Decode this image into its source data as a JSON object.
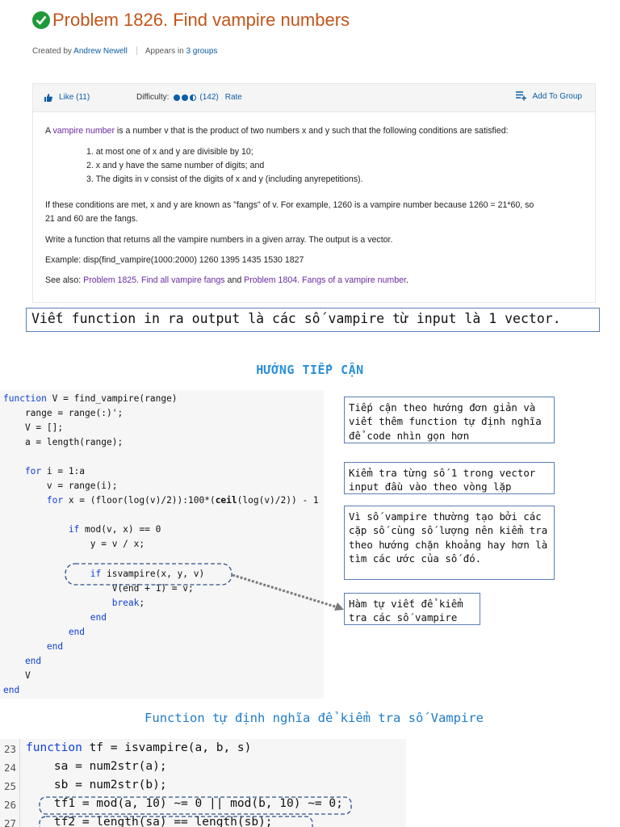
{
  "header": {
    "title": "Problem 1826. Find vampire numbers",
    "created_by_label": "Created by",
    "author": "Andrew Newell",
    "appears_in_label": "Appears in",
    "groups_link": "3 groups"
  },
  "toolbar": {
    "like_label": "Like (11)",
    "difficulty_label": "Difficulty:",
    "difficulty_count": "(142)",
    "rate_label": "Rate",
    "add_to_group_label": "Add To Group",
    "difficulty_level": 2.5,
    "difficulty_max": 3
  },
  "problem": {
    "intro_prefix": "A ",
    "intro_link": "vampire number",
    "intro_suffix": " is a number v that is the product of two numbers x and y such that the following conditions are satisfied:",
    "conditions": [
      "1. at most one of x and y are divisible by 10;",
      "2. x and y have the same number of digits; and",
      "3. The digits in v consist of the digits of x and y (including anyrepetitions)."
    ],
    "fangs_line1": "If these conditions are met, x and y are known as \"fangs\" of v. For example, 1260 is a vampire number because 1260 = 21*60, so",
    "fangs_line2": "21 and 60 are the fangs.",
    "task": "Write a function that returns all the vampire numbers in a given array. The output is a vector.",
    "example": "Example: disp(find_vampire(1000:2000) 1260 1395 1435 1530 1827",
    "see_also_label": "See also: ",
    "see_also_link1": "Problem 1825. Find all vampire fangs",
    "see_also_and": " and ",
    "see_also_link2": "Problem 1804. Fangs of a vampire number",
    "see_also_end": "."
  },
  "description_vi": "Viết function in ra output là các số vampire từ input là 1 vector.",
  "approach_title": "HƯỚNG TIẾP CẬN",
  "code1": {
    "l1_kw": "function",
    "l1": " V = find_vampire(range)",
    "l2": "    range = range(:)';",
    "l3": "    V = [];",
    "l4": "    a = length(range);",
    "l5_kw": "    for",
    "l5": " i = 1:a",
    "l6": "        v = range(i);",
    "l7_kw": "        for",
    "l7a": " x = (floor(log(v)/2)):100*(",
    "l7b": "ceil",
    "l7c": "(log(v)/2)) - 1",
    "l8_kw": "            if",
    "l8": " mod(v, x) == 0",
    "l9": "                y = v / x;",
    "l10_kw": "                if",
    "l10": " isvampire(x, y, v)",
    "l11": "                    V(end + 1) = v;",
    "l12_kw": "                    break",
    "l12": ";",
    "l13_kw": "                end",
    "l14_kw": "            end",
    "l15_kw": "        end",
    "l16_kw": "    end",
    "l17": "    V",
    "l18_kw": "end"
  },
  "notes": {
    "note1": "Tiếp cận theo hướng đơn giản và viết thêm function tự định nghĩa để code nhìn gọn hơn",
    "note2": "Kiểm tra từng số 1 trong vector input đầu vào theo vòng lặp",
    "note3": "Vì số vampire thường tạo bởi các cặp số cùng số lượng nên kiểm tra theo hướng chặn khoảng hay hơn là tìm các ước của số đó.",
    "note4": "Hàm tự viết để kiểm tra các số vampire"
  },
  "func_title": "Function tự định nghĩa để kiểm tra số Vampire",
  "code2": {
    "n1": "23",
    "n2": "24",
    "n3": "25",
    "n4": "26",
    "n5": "27",
    "l1_kw": "function",
    "l1": " tf = isvampire(a, b, s)",
    "l2": "    sa = num2str(a);",
    "l3": "    sb = num2str(b);",
    "l4": "    tf1 = mod(a, 10) ~= 0 || mod(b, 10) ~= 0;",
    "l5": "    tf2 = length(sa) == length(sb);"
  },
  "colors": {
    "title": "#c2551a",
    "link": "#0b5ea8",
    "purple_link": "#6d2aa3",
    "keyword": "#0e3fd8",
    "heading": "#2a8fd8"
  }
}
